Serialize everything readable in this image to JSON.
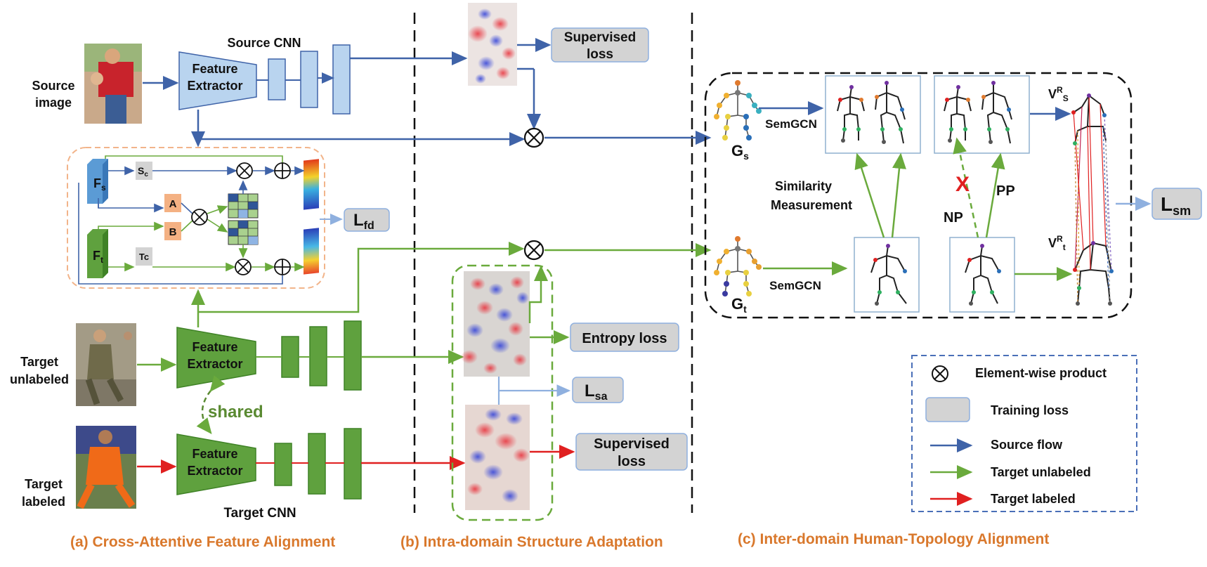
{
  "panels": {
    "a": "(a)  Cross-Attentive Feature Alignment",
    "b": "(b)  Intra-domain Structure Adaptation",
    "c": "(c)  Inter-domain Human-Topology  Alignment"
  },
  "inputs": {
    "source": [
      "Source",
      "image"
    ],
    "target_unlabeled": [
      "Target",
      "unlabeled"
    ],
    "target_labeled": [
      "Target",
      "labeled"
    ]
  },
  "networks": {
    "source_cnn": "Source CNN",
    "target_cnn": "Target CNN",
    "extractor": [
      "Feature",
      "Extractor"
    ],
    "shared": "shared"
  },
  "attention": {
    "fs": "F",
    "fs_sub": "s",
    "ft": "F",
    "ft_sub": "t",
    "sc": "S",
    "sc_sub": "c",
    "tc": "Tc",
    "a": "A",
    "b": "B"
  },
  "losses": {
    "supervised_top": [
      "Supervised",
      "loss"
    ],
    "lfd": "L",
    "lfd_sub": "fd",
    "entropy": "Entropy loss",
    "lsa": "L",
    "lsa_sub": "sa",
    "supervised_bottom": [
      "Supervised",
      "loss"
    ],
    "lsm": "L",
    "lsm_sub": "sm"
  },
  "topology": {
    "semgcn_top": "SemGCN",
    "semgcn_bottom": "SemGCN",
    "gs": "G",
    "gs_sub": "s",
    "gt": "G",
    "gt_sub": "t",
    "similarity": [
      "Similarity",
      "Measurement"
    ],
    "np": "NP",
    "pp": "PP",
    "cross": "X",
    "vrs": "V",
    "vrs_sup": "R",
    "vrs_sub": "S",
    "vrt": "V",
    "vrt_sup": "R",
    "vrt_sub": "t"
  },
  "legend": {
    "items": [
      {
        "label": "Element-wise product",
        "icon": "otimes-icon"
      },
      {
        "label": "Training loss",
        "icon": "gray-box"
      },
      {
        "label": "Source flow",
        "color": "#3f63a8"
      },
      {
        "label": "Target unlabeled",
        "color": "#6aaa3c"
      },
      {
        "label": "Target labeled",
        "color": "#e02020"
      }
    ]
  },
  "colors": {
    "source": "#3f63a8",
    "target": "#6aaa3c",
    "labeled": "#e02020",
    "cnn_blue": "#b9d4ef",
    "cnn_green": "#5fa13e",
    "loss_gray": "#d3d3d3",
    "orange_text": "#d9782c"
  }
}
